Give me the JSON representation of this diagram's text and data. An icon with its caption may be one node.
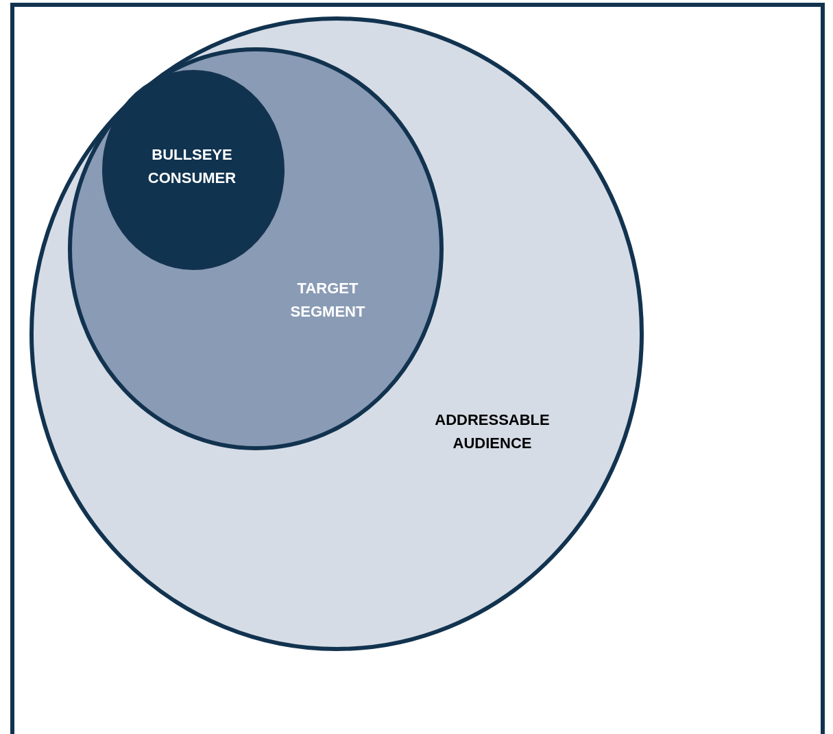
{
  "diagram": {
    "nodes": [
      {
        "text": [
          "ADDRESSABLE AUDIENCE"
        ]
      },
      {
        "text": [
          "TARGET SEGMENT"
        ],
        "in": 0
      },
      {
        "text": [
          "BULLSEYE CONSUMER"
        ],
        "in": 1
      }
    ]
  }
}
